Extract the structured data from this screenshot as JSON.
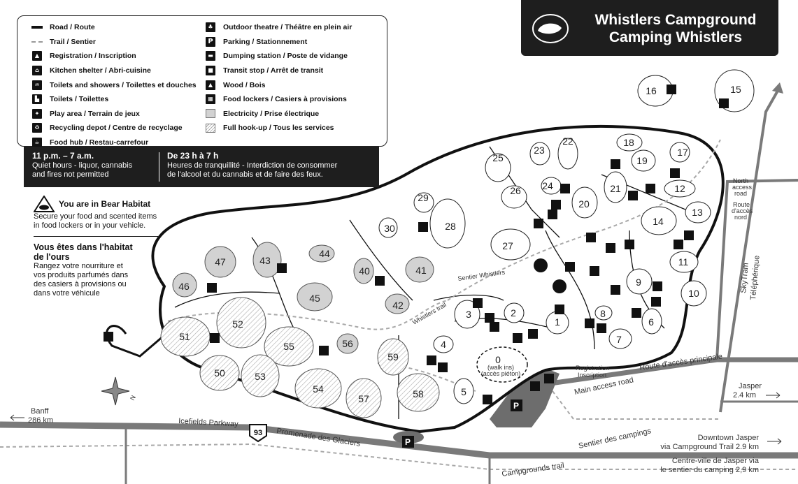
{
  "title": {
    "line1": "Whistlers Campground",
    "line2": "Camping Whistlers"
  },
  "legend": {
    "col1": [
      {
        "icon": "road-line-icon",
        "label": "Road / Route"
      },
      {
        "icon": "trail-line-icon",
        "label": "Trail / Sentier"
      },
      {
        "icon": "registration-icon",
        "label": "Registration / Inscription"
      },
      {
        "icon": "kitchen-shelter-icon",
        "label": "Kitchen shelter / Abri-cuisine"
      },
      {
        "icon": "toilets-showers-icon",
        "label": "Toilets and showers / Toilettes et douches"
      },
      {
        "icon": "toilets-icon",
        "label": "Toilets / Toilettes"
      },
      {
        "icon": "play-area-icon",
        "label": "Play area / Terrain de jeux"
      },
      {
        "icon": "recycling-icon",
        "label": "Recycling depot / Centre de recyclage"
      },
      {
        "icon": "food-hub-icon",
        "label": "Food hub / Restau-carrefour"
      }
    ],
    "col2": [
      {
        "icon": "outdoor-theatre-icon",
        "label": "Outdoor theatre / Théâtre en plein air"
      },
      {
        "icon": "parking-icon",
        "label": "Parking / Stationnement"
      },
      {
        "icon": "dumping-station-icon",
        "label": "Dumping station / Poste de vidange"
      },
      {
        "icon": "transit-stop-icon",
        "label": "Transit stop / Arrêt de transit"
      },
      {
        "icon": "wood-icon",
        "label": "Wood / Bois"
      },
      {
        "icon": "food-lockers-icon",
        "label": "Food lockers / Casiers à provisions"
      },
      {
        "icon": "electricity-swatch-icon",
        "label": "Electricity / Prise électrique"
      },
      {
        "icon": "full-hookup-swatch-icon",
        "label": "Full hook-up / Tous les services"
      }
    ]
  },
  "quiet_hours": {
    "en_time": "11 p.m. – 7 a.m.",
    "en_line1": "Quiet hours - liquor, cannabis",
    "en_line2": "and fires not permitted",
    "fr_time": "De 23 h à 7 h",
    "fr_line1": "Heures de tranquillité - Interdiction de consommer",
    "fr_line2": "de l'alcool et du cannabis et de faire des feux."
  },
  "bear": {
    "en_title": "You are in Bear Habitat",
    "en_line1": "Secure your food and scented items",
    "en_line2": "in food lockers or in your vehicle.",
    "fr_title1": "Vous êtes dans l'habitat",
    "fr_title2": "de l'ours",
    "fr_line1": "Rangez votre nourriture et",
    "fr_line2": "vos produits parfumés dans",
    "fr_line3": "des casiers à provisions ou",
    "fr_line4": "dans votre véhicule"
  },
  "map_labels": {
    "banff": "Banff",
    "banff_dist": "286 km",
    "jasper": "Jasper",
    "jasper_dist": "2.4 km",
    "icefields": "Icefields Parkway",
    "promenade": "Promenade des Glaciers",
    "highway": "93",
    "campgrounds_trail": "Campgrounds trail",
    "sentier_campings": "Sentier des campings",
    "main_access": "Main access road",
    "route_principale": "Route d'accès principale",
    "north_access1": "North",
    "north_access2": "access",
    "north_access3": "road",
    "route_nord1": "Route",
    "route_nord2": "d'accès",
    "route_nord3": "nord",
    "skytram": "SkyTram",
    "telepherique": "Téléphérique",
    "sentier_whistlers": "Sentier Whistlers",
    "whistlers_trail": "Whistlers trail",
    "registration1": "Registration",
    "registration2": "Inscription",
    "walk_ins_num": "0",
    "walk_ins1": "(walk ins)",
    "walk_ins2": "(accès piéton)",
    "parking_letter": "P",
    "north_letter": "N",
    "downtown1": "Downtown Jasper",
    "downtown2": "via Campground Trail 2.9 km",
    "centreville1": "Centre-ville de Jasper via",
    "centreville2": "le sentier du camping 2,9 km"
  },
  "sites": [
    "1",
    "2",
    "3",
    "4",
    "5",
    "6",
    "7",
    "8",
    "9",
    "10",
    "11",
    "12",
    "13",
    "14",
    "15",
    "16",
    "17",
    "18",
    "19",
    "20",
    "21",
    "22",
    "23",
    "24",
    "25",
    "26",
    "27",
    "28",
    "29",
    "30",
    "40",
    "41",
    "42",
    "43",
    "44",
    "45",
    "46",
    "47",
    "50",
    "51",
    "52",
    "53",
    "54",
    "55",
    "56",
    "57",
    "58",
    "59"
  ],
  "colors": {
    "dark": "#1e1e1e",
    "grey_road": "#7a7a7a",
    "electric": "#d2d2d2",
    "trail": "#a8a8a8"
  }
}
